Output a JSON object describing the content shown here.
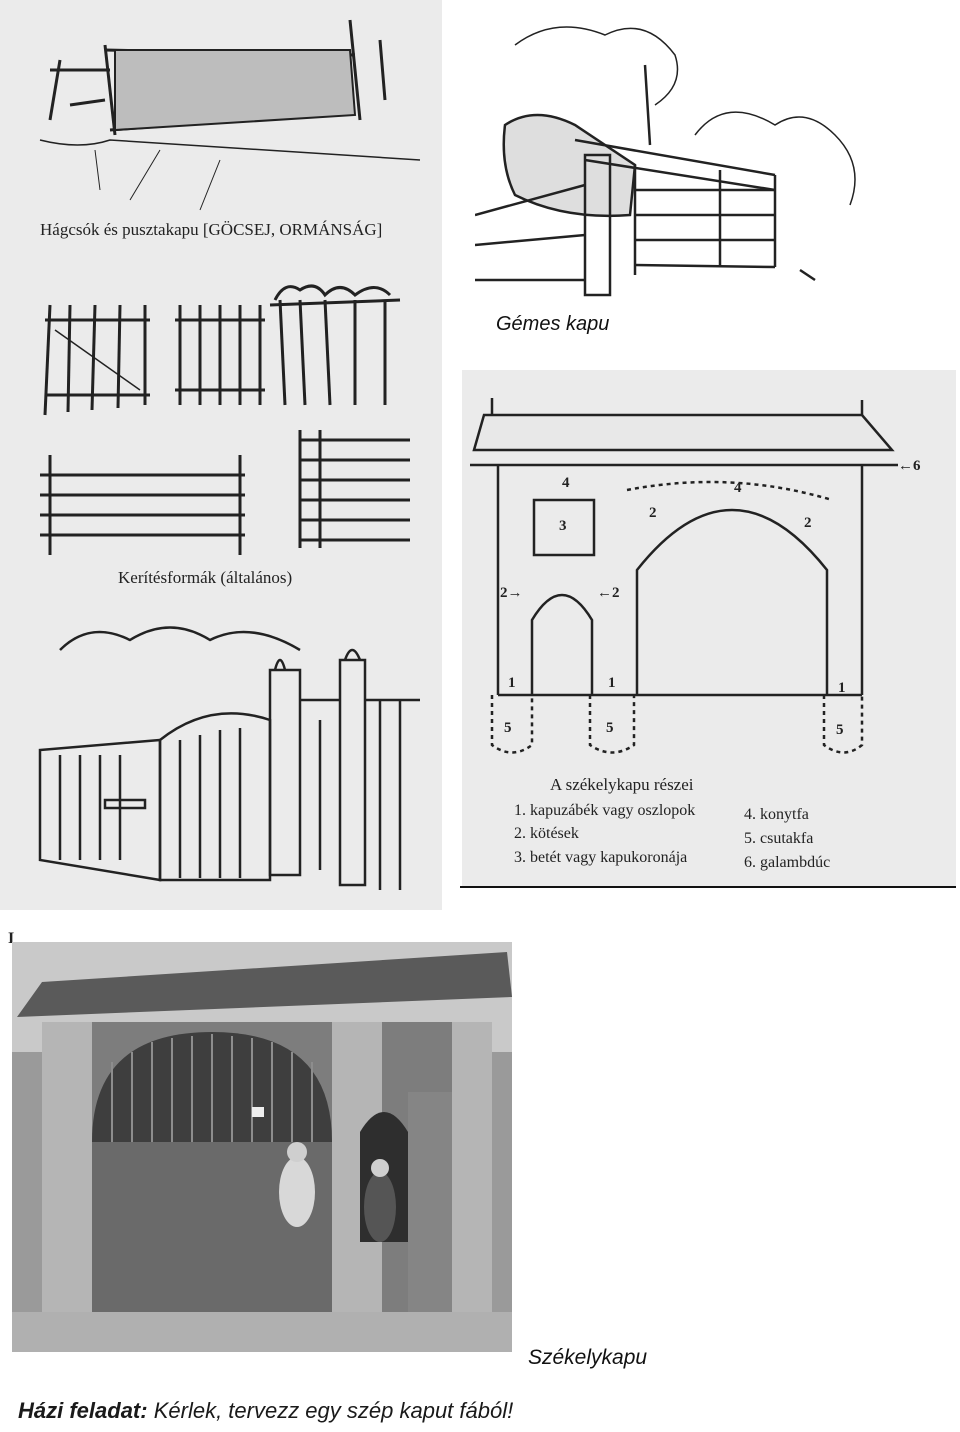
{
  "captions": {
    "hagcsok": "Hágcsók és pusztakapu [GÖCSEJ, ORMÁNSÁG]",
    "keritesformak": "Kerítésformák (általános)",
    "gemes": "Gémes kapu",
    "szekelykapu": "Székelykapu"
  },
  "diagram": {
    "title": "A székelykapu részei",
    "legend_left": [
      "1. kapuzábék vagy oszlopok",
      "2. kötések",
      "3. betét vagy kapukoronája"
    ],
    "legend_right": [
      "4. konytfa",
      "5. csutakfa",
      "6. galambdúc"
    ],
    "labels": {
      "n1": "1",
      "n2": "2",
      "n3": "3",
      "n4": "4",
      "n5": "5",
      "n6": "6",
      "n2left": "2→",
      "n2right": "←2",
      "n6arrow": "←6"
    },
    "photo_marker": "I"
  },
  "homework": {
    "label": "Házi feladat:",
    "text": " Kérlek, tervezz egy szép kaput fából!"
  }
}
